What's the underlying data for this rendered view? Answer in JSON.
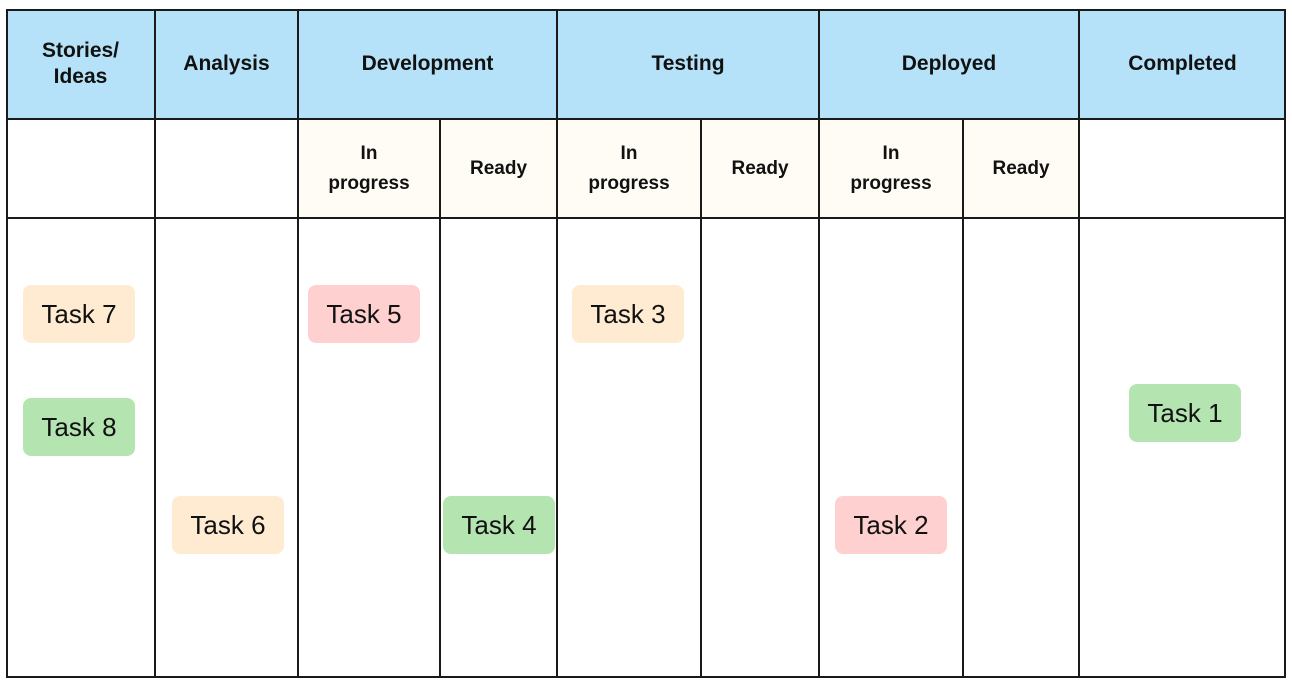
{
  "board": {
    "columns": [
      {
        "label": "Stories/\nIdeas",
        "line1": "Stories/",
        "line2": "Ideas"
      },
      {
        "label": "Analysis"
      },
      {
        "label": "Development",
        "sub": [
          "In\nprogress",
          "Ready"
        ]
      },
      {
        "label": "Testing",
        "sub": [
          "In\nprogress",
          "Ready"
        ]
      },
      {
        "label": "Deployed",
        "sub": [
          "In\nprogress",
          "Ready"
        ]
      },
      {
        "label": "Completed"
      }
    ],
    "sub_labels": {
      "in_progress_line1": "In",
      "in_progress_line2": "progress",
      "ready": "Ready"
    },
    "tasks": [
      {
        "id": "task-7",
        "label": "Task 7",
        "column": "Stories/Ideas",
        "color": "#ffebd2"
      },
      {
        "id": "task-8",
        "label": "Task 8",
        "column": "Stories/Ideas",
        "color": "#b4e4b0"
      },
      {
        "id": "task-6",
        "label": "Task 6",
        "column": "Analysis",
        "color": "#ffebd2"
      },
      {
        "id": "task-5",
        "label": "Task 5",
        "column": "Development / In progress",
        "color": "#ffd0d0"
      },
      {
        "id": "task-4",
        "label": "Task 4",
        "column": "Development / Ready",
        "color": "#b4e4b0"
      },
      {
        "id": "task-3",
        "label": "Task 3",
        "column": "Testing / In progress",
        "color": "#ffebd2"
      },
      {
        "id": "task-2",
        "label": "Task 2",
        "column": "Deployed / In progress",
        "color": "#ffd0d0"
      },
      {
        "id": "task-1",
        "label": "Task 1",
        "column": "Completed",
        "color": "#b4e4b0"
      }
    ]
  },
  "colors": {
    "header_bg": "#b5e2f8",
    "subheader_bg": "#fffcf5",
    "border": "#1a1a1a",
    "peach": "#ffebd2",
    "pink": "#ffd0d0",
    "green": "#b4e4b0"
  }
}
